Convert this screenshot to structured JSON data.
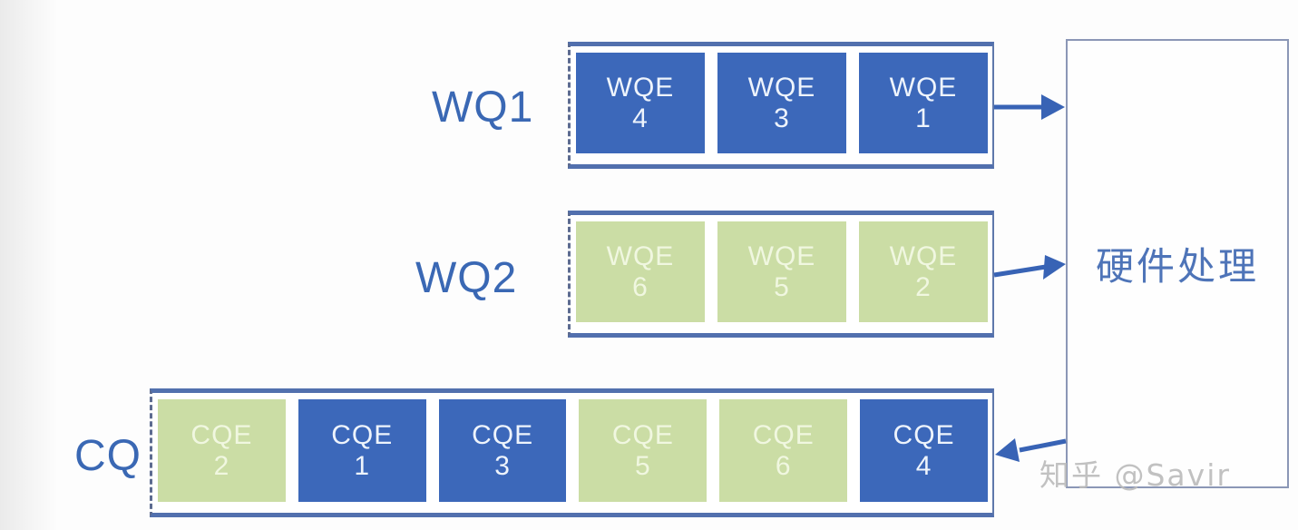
{
  "diagram": {
    "title_semantics": "work-queues-to-hardware-processing-to-completion-queue",
    "queues": [
      {
        "id": "wq1",
        "label": "WQ1",
        "entries": [
          {
            "line1": "WQE",
            "line2": "4",
            "variant": "blue"
          },
          {
            "line1": "WQE",
            "line2": "3",
            "variant": "blue"
          },
          {
            "line1": "WQE",
            "line2": "1",
            "variant": "blue"
          }
        ]
      },
      {
        "id": "wq2",
        "label": "WQ2",
        "entries": [
          {
            "line1": "WQE",
            "line2": "6",
            "variant": "green"
          },
          {
            "line1": "WQE",
            "line2": "5",
            "variant": "green"
          },
          {
            "line1": "WQE",
            "line2": "2",
            "variant": "green"
          }
        ]
      },
      {
        "id": "cq",
        "label": "CQ",
        "entries": [
          {
            "line1": "CQE",
            "line2": "2",
            "variant": "green"
          },
          {
            "line1": "CQE",
            "line2": "1",
            "variant": "blue"
          },
          {
            "line1": "CQE",
            "line2": "3",
            "variant": "blue"
          },
          {
            "line1": "CQE",
            "line2": "5",
            "variant": "green"
          },
          {
            "line1": "CQE",
            "line2": "6",
            "variant": "green"
          },
          {
            "line1": "CQE",
            "line2": "4",
            "variant": "blue"
          }
        ]
      }
    ],
    "processor_box": {
      "label": "硬件处理"
    },
    "arrows": [
      {
        "from": "wq1",
        "to": "processor",
        "direction": "right"
      },
      {
        "from": "wq2",
        "to": "processor",
        "direction": "right"
      },
      {
        "from": "processor",
        "to": "cq",
        "direction": "left"
      }
    ],
    "watermark": "知乎 @Savir",
    "colors": {
      "entry_blue": "#3c68ba",
      "entry_green": "#cbdda5",
      "container_border": "#5270ae",
      "label_text": "#3a68b4",
      "arrow": "#3863b5",
      "processor_border": "#8b97b6",
      "processor_text": "#4e74b8",
      "watermark_text": "#bababa"
    }
  }
}
